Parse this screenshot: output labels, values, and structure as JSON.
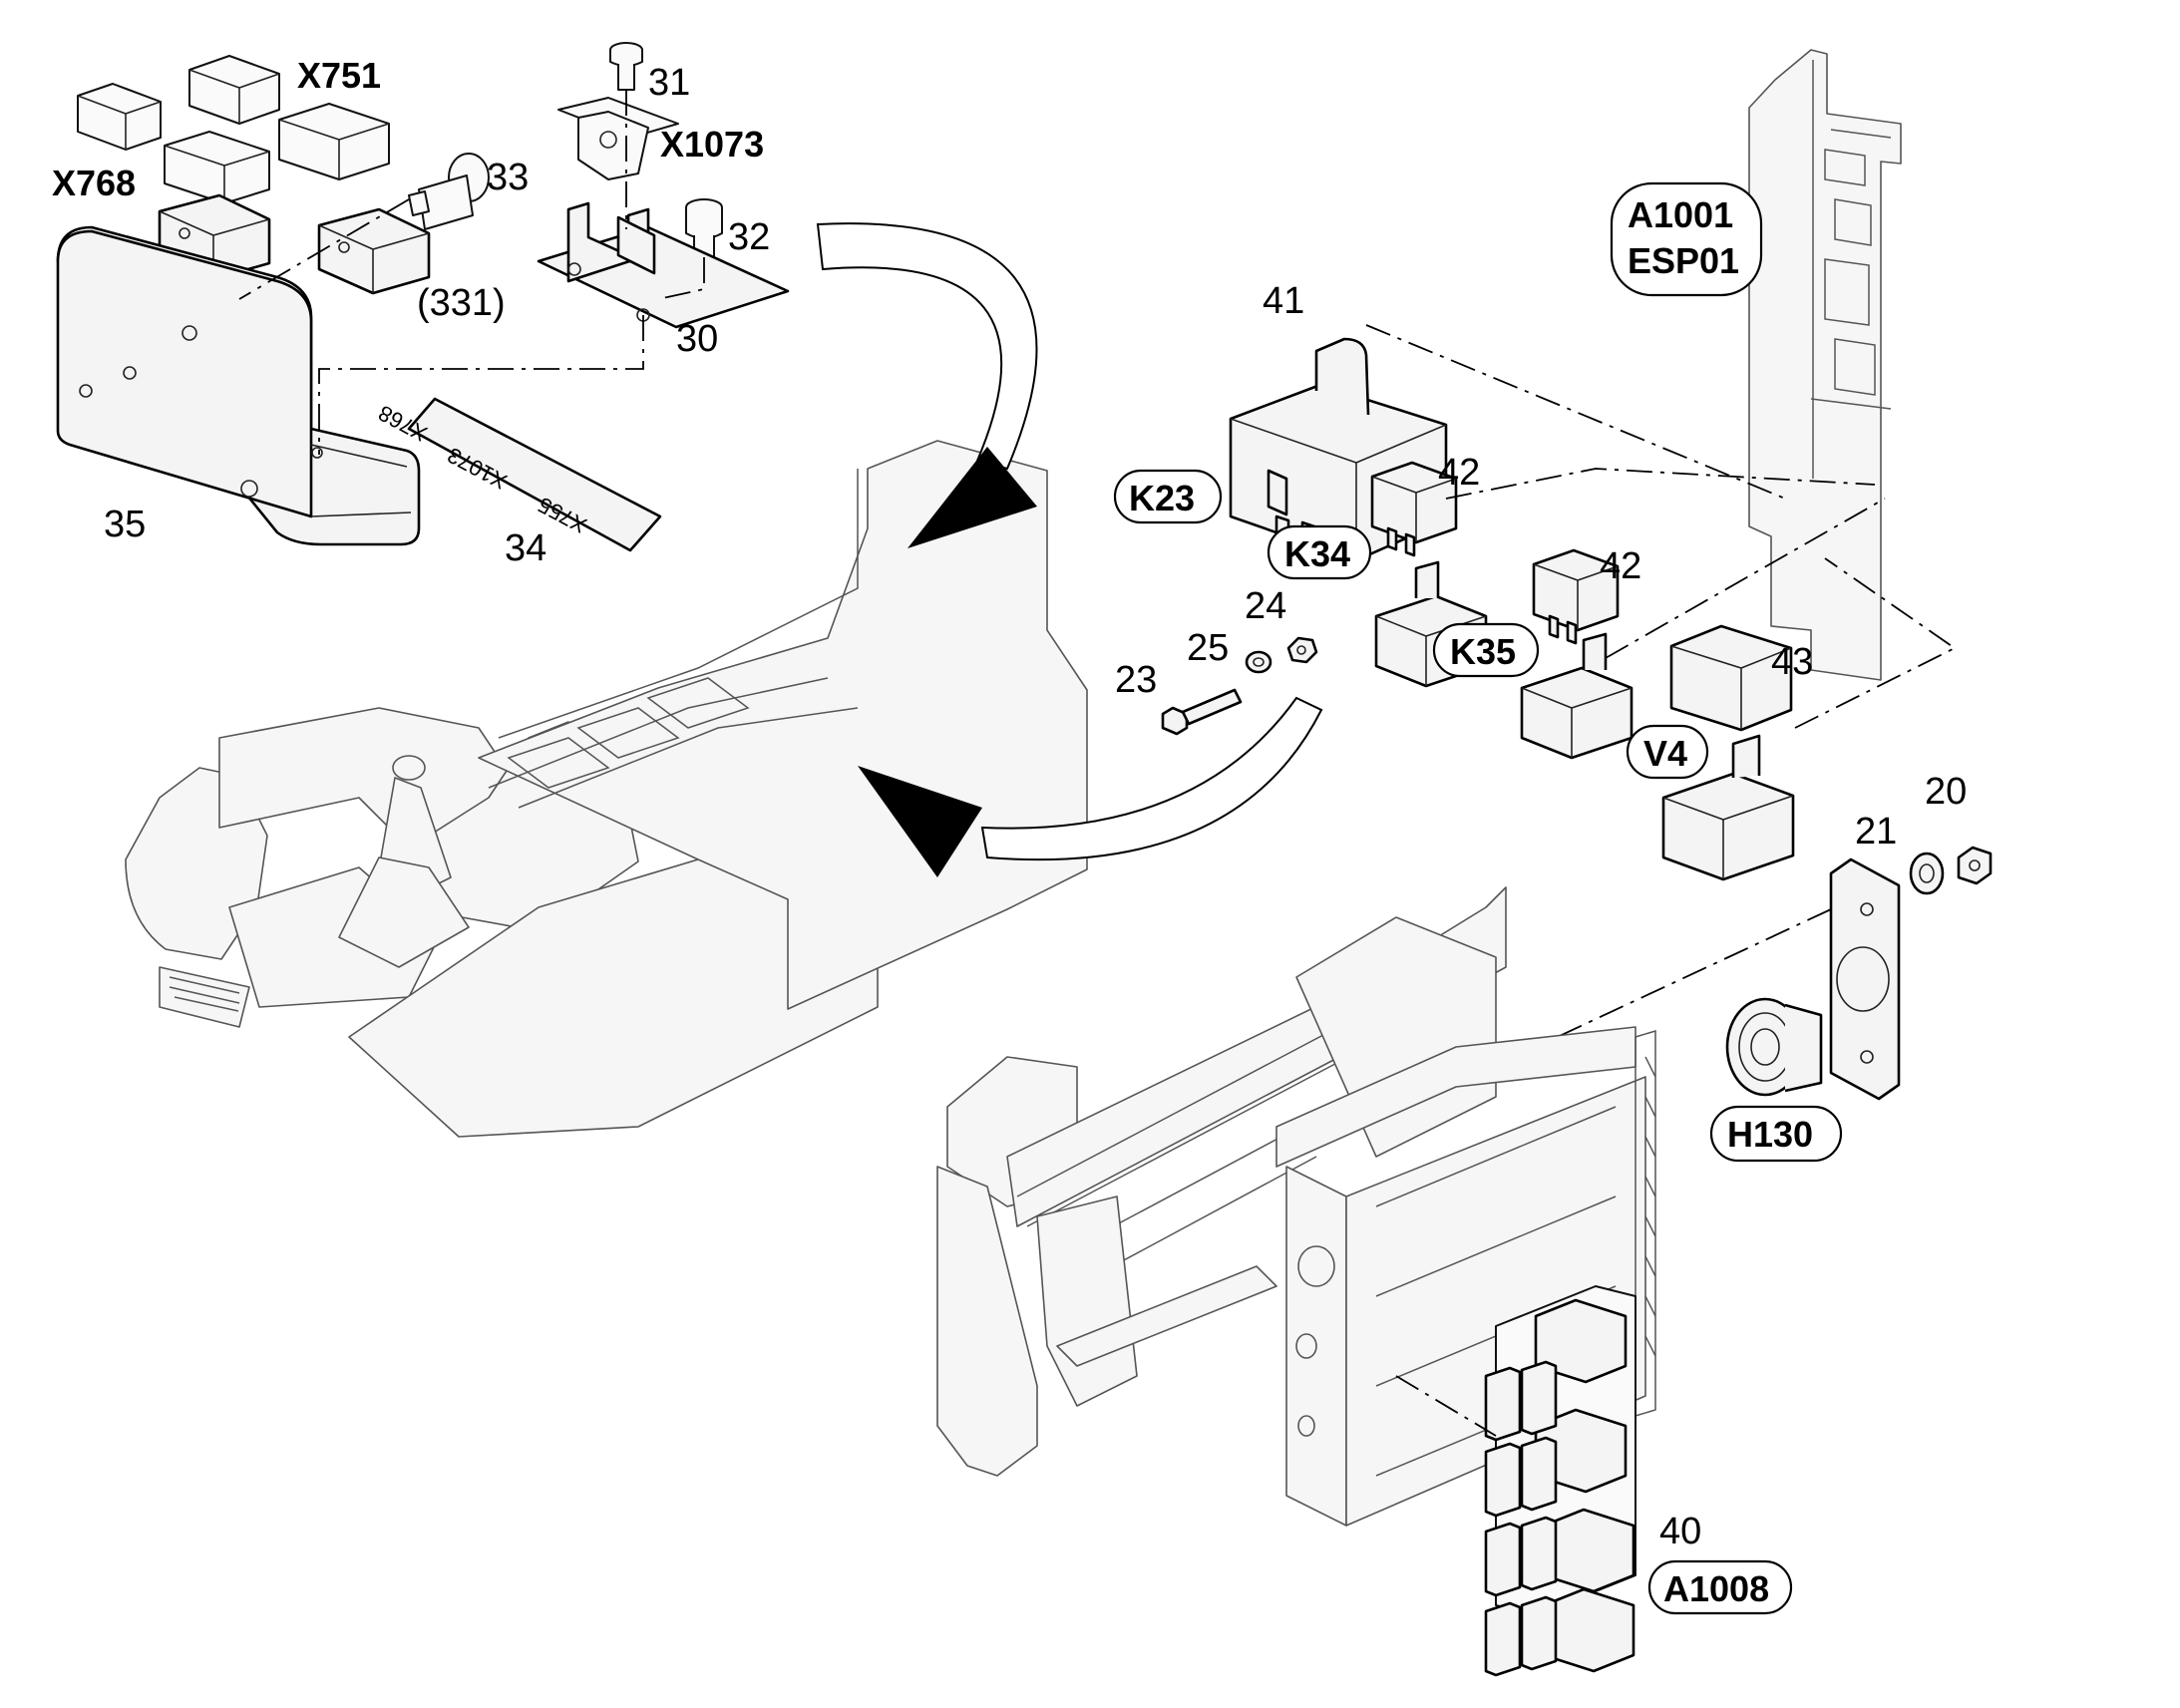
{
  "labels": {
    "x751": "X751",
    "x768": "X768",
    "n31": "31",
    "x1073": "X1073",
    "n33": "33",
    "n32": "32",
    "n331": "(331)",
    "n30": "30",
    "n35": "35",
    "n34": "34",
    "a1001": "A1001",
    "esp01": "ESP01",
    "n41": "41",
    "k23": "K23",
    "n42a": "42",
    "k34": "K34",
    "n42b": "42",
    "n24": "24",
    "n25": "25",
    "n23": "23",
    "k35": "K35",
    "n43": "43",
    "v4": "V4",
    "n20": "20",
    "n21": "21",
    "h130": "H130",
    "n40": "40",
    "a1008": "A1008"
  },
  "plate_34": {
    "line1": "X768",
    "line2": "X1073",
    "line3": "X755"
  }
}
